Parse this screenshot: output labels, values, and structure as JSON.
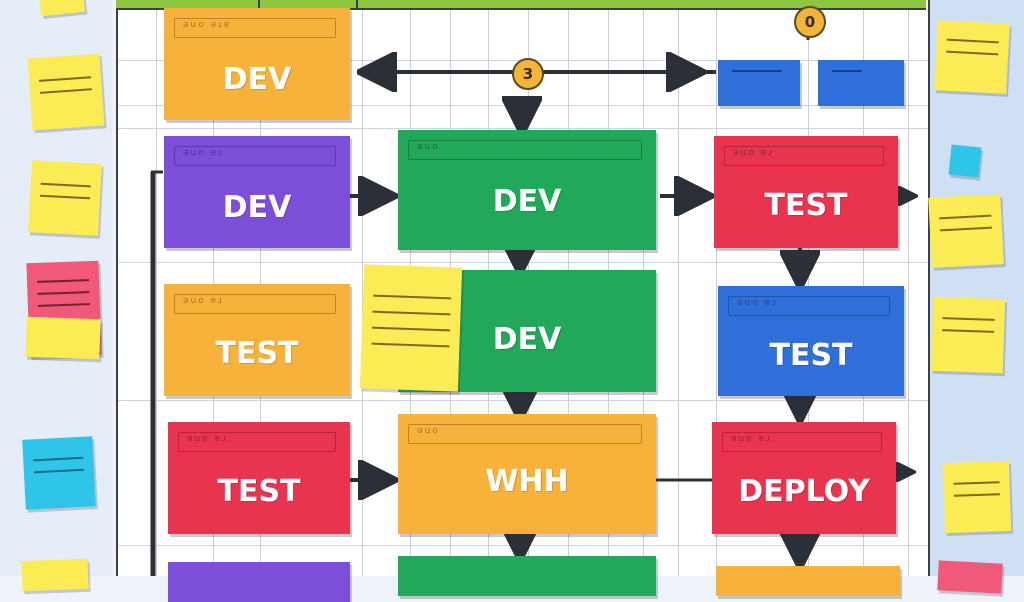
{
  "board": {
    "columns": 3,
    "badges": [
      "3",
      "0"
    ]
  },
  "cards": [
    {
      "id": "c1",
      "label": "DEV",
      "color": "#f7b23b",
      "bar_text": "ǝuo ǝɹɐ"
    },
    {
      "id": "c2",
      "label": "DEV",
      "color": "#7d4fd9",
      "bar_text": "ǝuo ɐɹ"
    },
    {
      "id": "c3",
      "label": "DEV",
      "color": "#21a85b",
      "bar_text": "ǝuo"
    },
    {
      "id": "c4",
      "label": "TEST",
      "color": "#e8344e",
      "bar_text": "ǝuo ɐɹ"
    },
    {
      "id": "c5",
      "label": "TEST",
      "color": "#f7b23b",
      "bar_text": "ǝuo ɐɹ"
    },
    {
      "id": "c6",
      "label": "DEV",
      "color": "#21a85b",
      "bar_text": ""
    },
    {
      "id": "c7",
      "label": "TEST",
      "color": "#2f6fd9",
      "bar_text": "ǝuo ɐɹ"
    },
    {
      "id": "c8",
      "label": "TEST",
      "color": "#e8344e",
      "bar_text": "ǝuo ɐɹ"
    },
    {
      "id": "c9",
      "label": "WHH",
      "color": "#f7b23b",
      "bar_text": "ǝuo"
    },
    {
      "id": "c10",
      "label": "DEPLOY",
      "color": "#e8344e",
      "bar_text": "ǝuo ɐɹ"
    },
    {
      "id": "c11",
      "label": "",
      "color": "#2f6fd9",
      "bar_text": ""
    },
    {
      "id": "c12",
      "label": "",
      "color": "#2f6fd9",
      "bar_text": ""
    }
  ],
  "colors": {
    "orange": "#f7b23b",
    "purple": "#7d4fd9",
    "green": "#21a85b",
    "red": "#e8344e",
    "blue": "#2f6fd9",
    "sticky": "#fbeb55",
    "sticky_pink": "#f0597a",
    "sticky_cyan": "#2ec5e8",
    "topbar": "#8dc63f"
  }
}
